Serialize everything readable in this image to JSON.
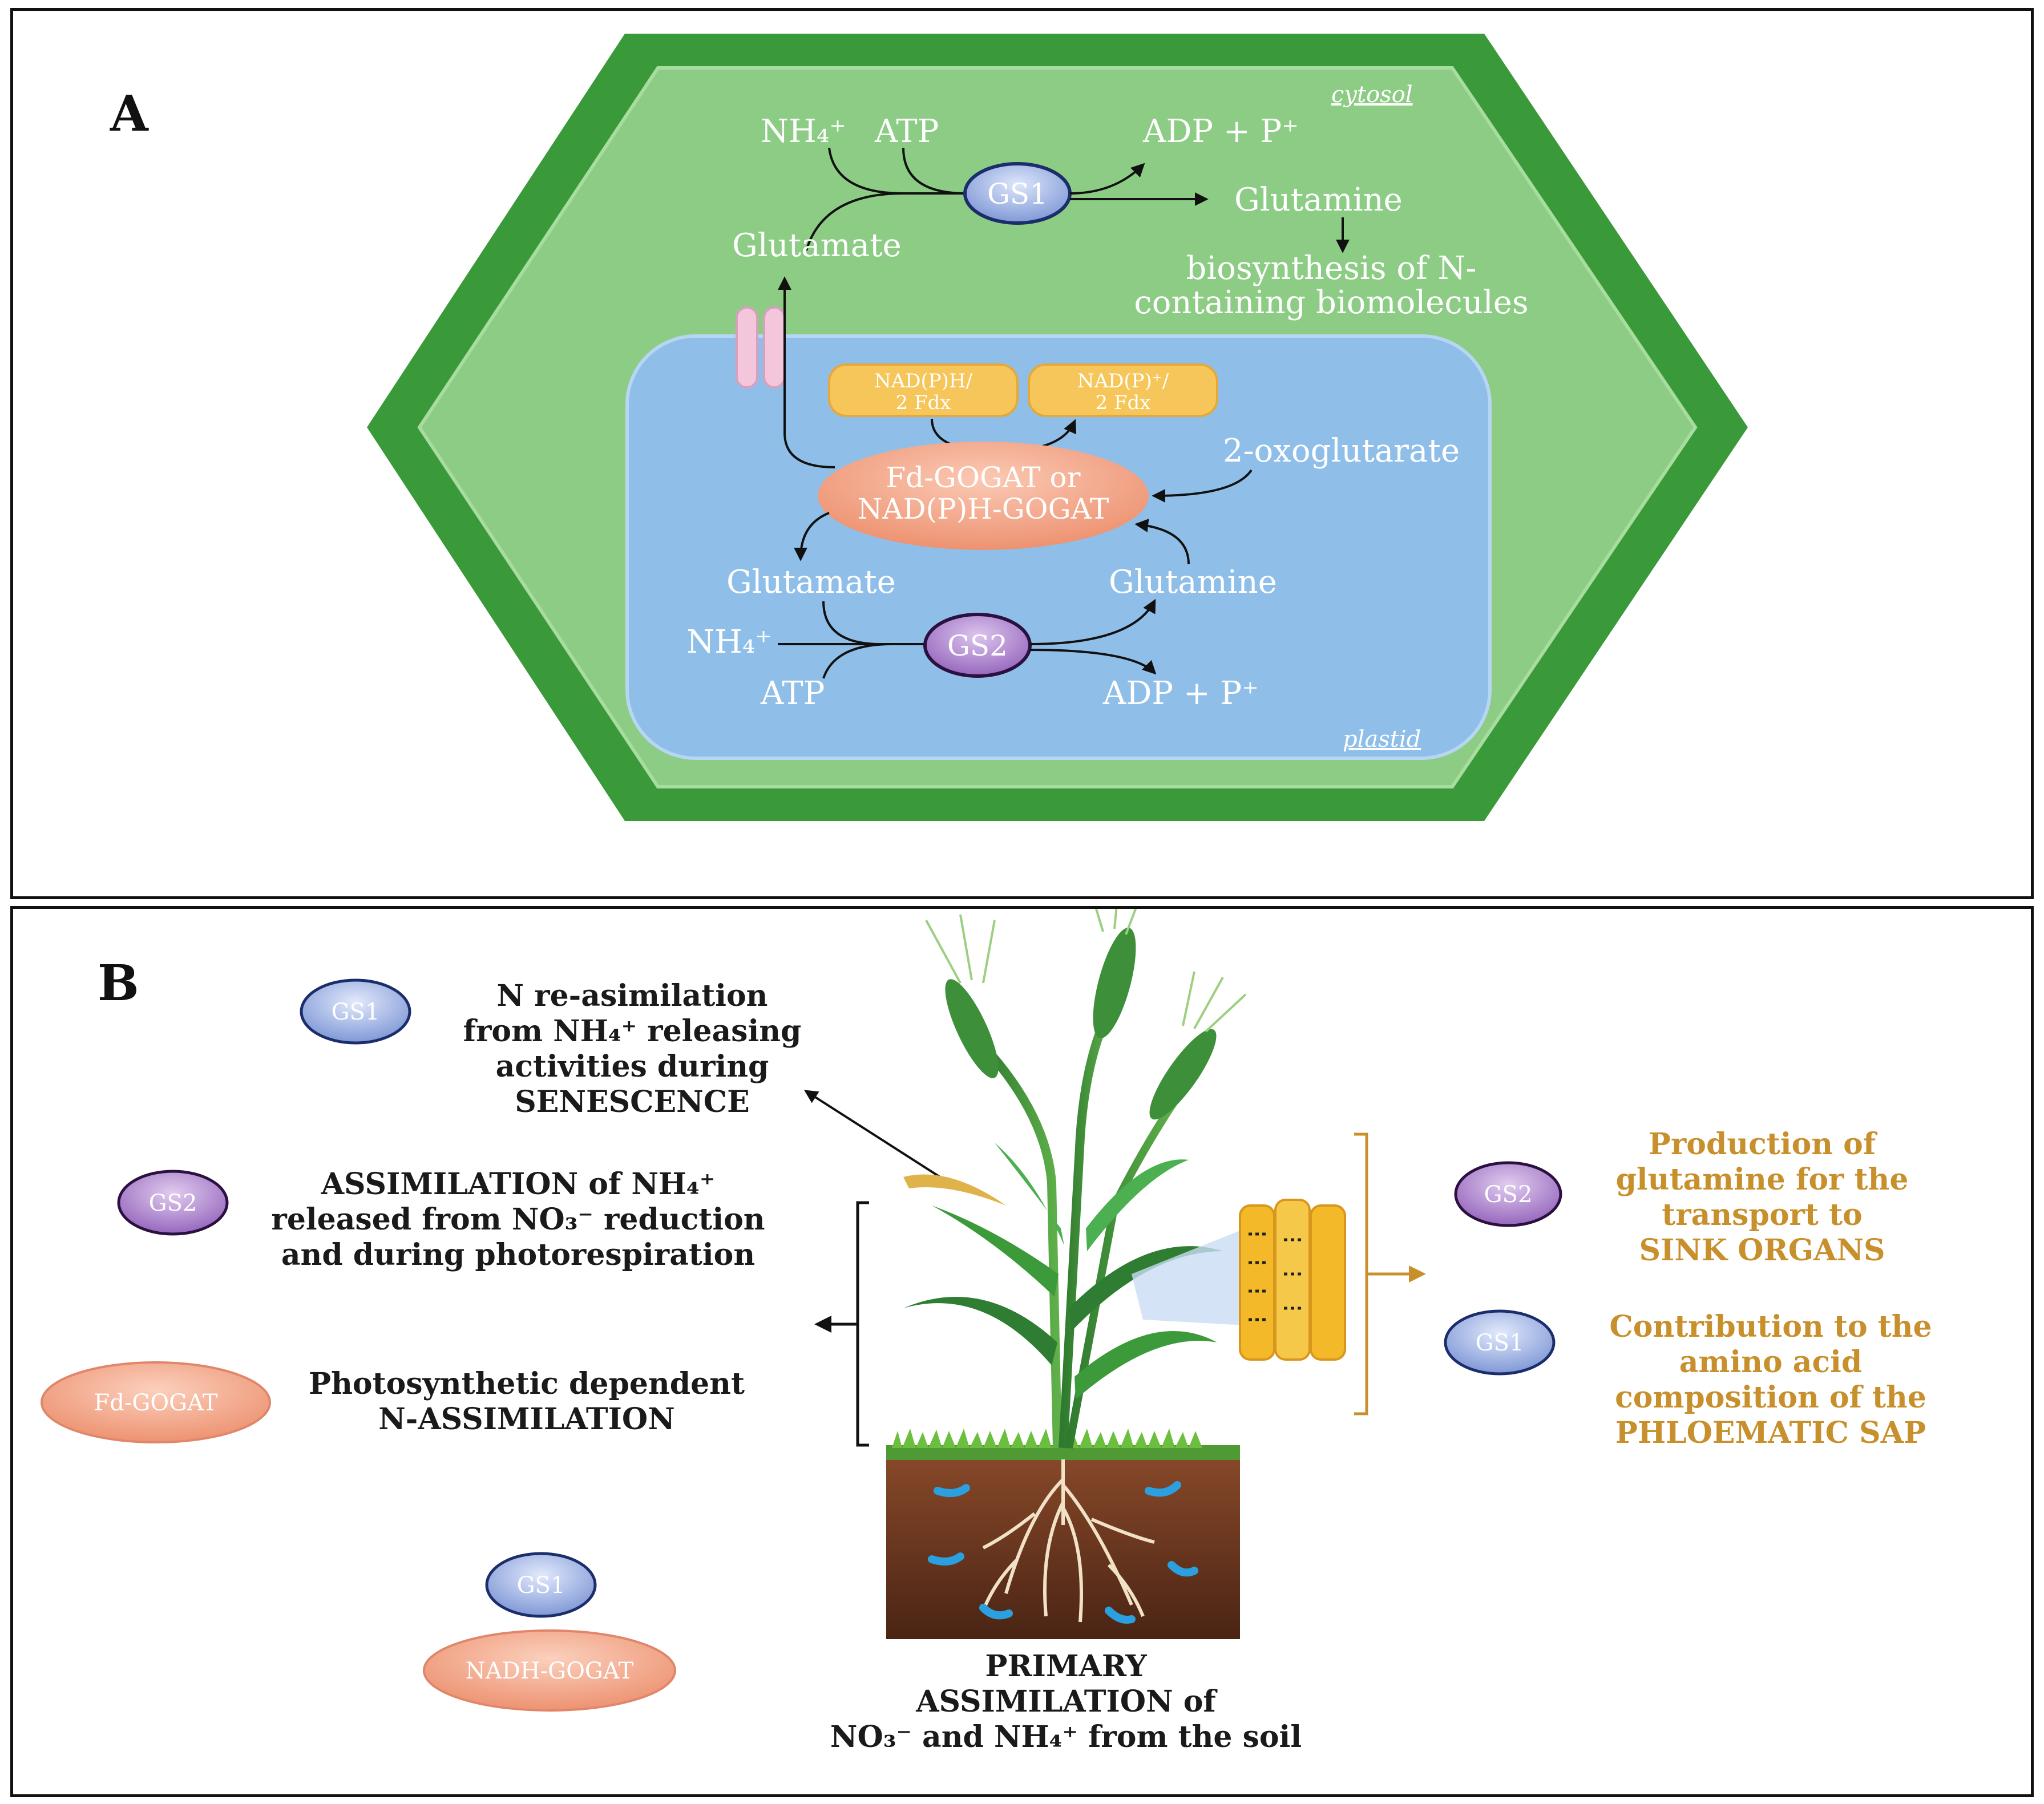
{
  "panel_a": {
    "letter": "A",
    "cytosol_label": "cytosol",
    "plastid_label": "plastid",
    "nh4_top": "NH₄⁺",
    "atp_top": "ATP",
    "gs1": "GS1",
    "adp_top": "ADP + P⁺",
    "glutamine_top": "Glutamine",
    "glutamate_top": "Glutamate",
    "biosynth_line1": "biosynthesis of N-",
    "biosynth_line2": "containing biomolecules",
    "nadph_line1": "NAD(P)H/",
    "nadph_line2": "2 Fdx",
    "nadp_line1": "NAD(P)⁺/",
    "nadp_line2": "2 Fdx",
    "oxoglutarate": "2-oxoglutarate",
    "gogat_line1": "Fd-GOGAT or",
    "gogat_line2": "NAD(P)H-GOGAT",
    "glutamate_bottom": "Glutamate",
    "glutamine_bottom": "Glutamine",
    "nh4_bottom": "NH₄⁺",
    "gs2": "GS2",
    "atp_bottom": "ATP",
    "adp_bottom": "ADP + P⁺"
  },
  "panel_b": {
    "letter": "B",
    "gs1_a": "GS1",
    "senescence_l1": "N re-asimilation",
    "senescence_l2": "from NH₄⁺ releasing",
    "senescence_l3": "activities during",
    "senescence_l4": "SENESCENCE",
    "gs2_a": "GS2",
    "assim_l1": "ASSIMILATION of NH₄⁺",
    "assim_l2": "released from NO₃⁻ reduction",
    "assim_l3": "and during photorespiration",
    "fd_gogat": "Fd-GOGAT",
    "photo_l1": "Photosynthetic dependent",
    "photo_l2": "N-ASSIMILATION",
    "gs1_b": "GS1",
    "nadh_gogat": "NADH-GOGAT",
    "primary_l1": "PRIMARY",
    "primary_l2": "ASSIMILATION of",
    "primary_l3": "NO₃⁻ and NH₄⁺ from the soil",
    "gs2_b": "GS2",
    "prod_l1": "Production of",
    "prod_l2": "glutamine for the",
    "prod_l3": "transport to",
    "prod_l4": "SINK ORGANS",
    "gs1_c": "GS1",
    "contrib_l1": "Contribution to the",
    "contrib_l2": "amino acid",
    "contrib_l3": "composition of the",
    "contrib_l4": "PHLOEMATIC SAP"
  },
  "colors": {
    "cell_wall": "#3a9a3a",
    "cytosol": "#8ccc84",
    "plastid": "#8fbfe8",
    "gogat": "#f2a88a",
    "nadph_box": "#f6c65a",
    "gs1": "#a8bce8",
    "gs2": "#b58ad0",
    "orange_text": "#c8902c"
  }
}
